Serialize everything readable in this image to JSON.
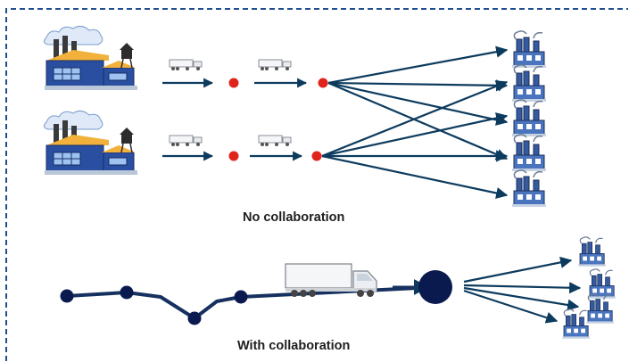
{
  "sections": {
    "no_collaboration": {
      "caption": "No collaboration"
    },
    "with_collaboration": {
      "caption": "With collaboration"
    }
  },
  "colors": {
    "border": "#1f4f8f",
    "arrow": "#0d3b5e",
    "route_line": "#16315f",
    "hub_red": "#e0241b",
    "node_navy": "#0a1a4f",
    "factory_blue": "#2a4fa0",
    "factory_roof": "#f2b13a",
    "cloud": "#dfe9f8",
    "plant": "#355a9e"
  },
  "icons": {
    "origin_factory": "factory-icon",
    "destination_plant": "industrial-plant-icon",
    "vehicle": "truck-icon",
    "hub": "hub-node"
  }
}
